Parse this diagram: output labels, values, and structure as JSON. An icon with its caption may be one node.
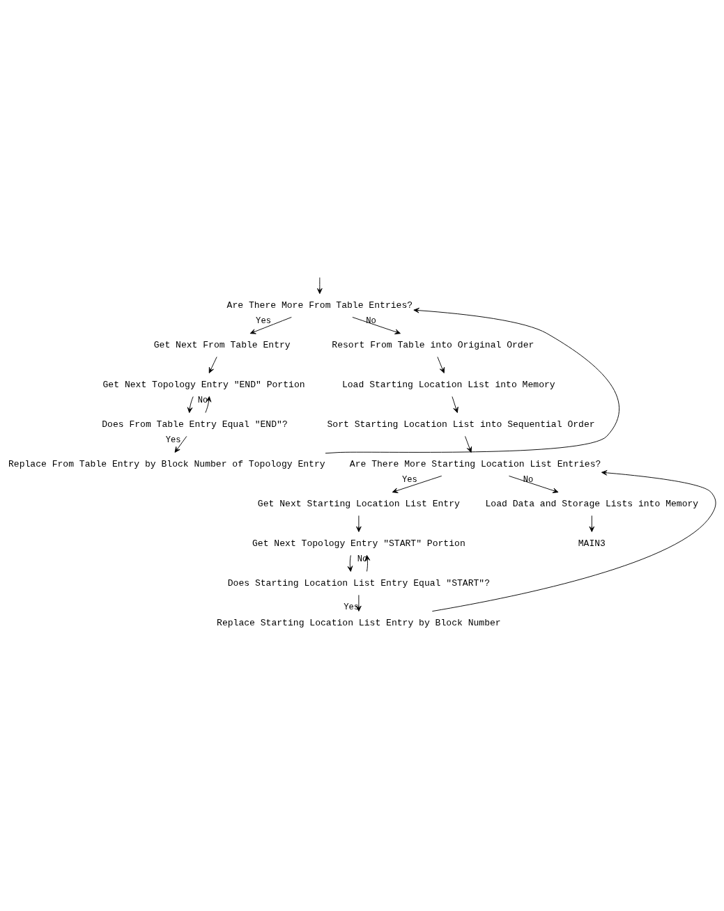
{
  "diagram": {
    "nodes": [
      {
        "text": [
          "Are There More From Table Entries?"
        ]
      },
      {
        "text": [
          "Get Next From Table Entry"
        ]
      },
      {
        "text": [
          "Get Next Topology Entry \"END\" Portion"
        ]
      },
      {
        "text": [
          "Does From Table Entry Equal \"END\"?"
        ]
      },
      {
        "text": [
          "Replace From Table Entry by Block Number of Topology Entry"
        ]
      },
      {
        "text": [
          "Resort From Table into Original Order"
        ]
      },
      {
        "text": [
          "Load Starting Location List into Memory"
        ]
      },
      {
        "text": [
          "Sort Starting Location List into Sequential Order"
        ]
      },
      {
        "text": [
          "Are There More Starting Location List Entries?"
        ]
      },
      {
        "text": [
          "Get Next Starting Location List Entry"
        ]
      },
      {
        "text": [
          "Get Next Topology Entry \"START\" Portion"
        ]
      },
      {
        "text": [
          "Does Starting Location List Entry Equal \"START\"?"
        ]
      },
      {
        "text": [
          "Replace Starting Location List Entry by Block Number"
        ]
      },
      {
        "text": [
          "Load Data and Storage Lists into Memory"
        ]
      },
      {
        "text": [
          "MAIN3"
        ]
      }
    ],
    "edges": [
      {
        "from": null,
        "to": 0,
        "arrow": "to"
      },
      {
        "from": 0,
        "to": 1,
        "arrow": "to",
        "label": "Yes"
      },
      {
        "from": 1,
        "to": 2,
        "arrow": "to"
      },
      {
        "from": 2,
        "to": 3,
        "arrow": "to"
      },
      {
        "from": 3,
        "to": 2,
        "arrow": "to",
        "label": "No"
      },
      {
        "from": 3,
        "to": 4,
        "arrow": "to",
        "label": "Yes"
      },
      {
        "from": 4,
        "to": 0,
        "arrow": "to"
      },
      {
        "from": 0,
        "to": 5,
        "arrow": "to",
        "label": "No"
      },
      {
        "from": 5,
        "to": 6,
        "arrow": "to"
      },
      {
        "from": 6,
        "to": 7,
        "arrow": "to"
      },
      {
        "from": 7,
        "to": 8,
        "arrow": "to"
      },
      {
        "from": 8,
        "to": 9,
        "arrow": "to",
        "label": "Yes"
      },
      {
        "from": 9,
        "to": 10,
        "arrow": "to"
      },
      {
        "from": 10,
        "to": 11,
        "arrow": "to"
      },
      {
        "from": 11,
        "to": 10,
        "arrow": "to",
        "label": "No"
      },
      {
        "from": 11,
        "to": 12,
        "arrow": "to",
        "label": "Yes"
      },
      {
        "from": 12,
        "to": 8,
        "arrow": "to"
      },
      {
        "from": 8,
        "to": 13,
        "arrow": "to",
        "label": "No"
      },
      {
        "from": 13,
        "to": 14,
        "arrow": "to"
      }
    ]
  }
}
